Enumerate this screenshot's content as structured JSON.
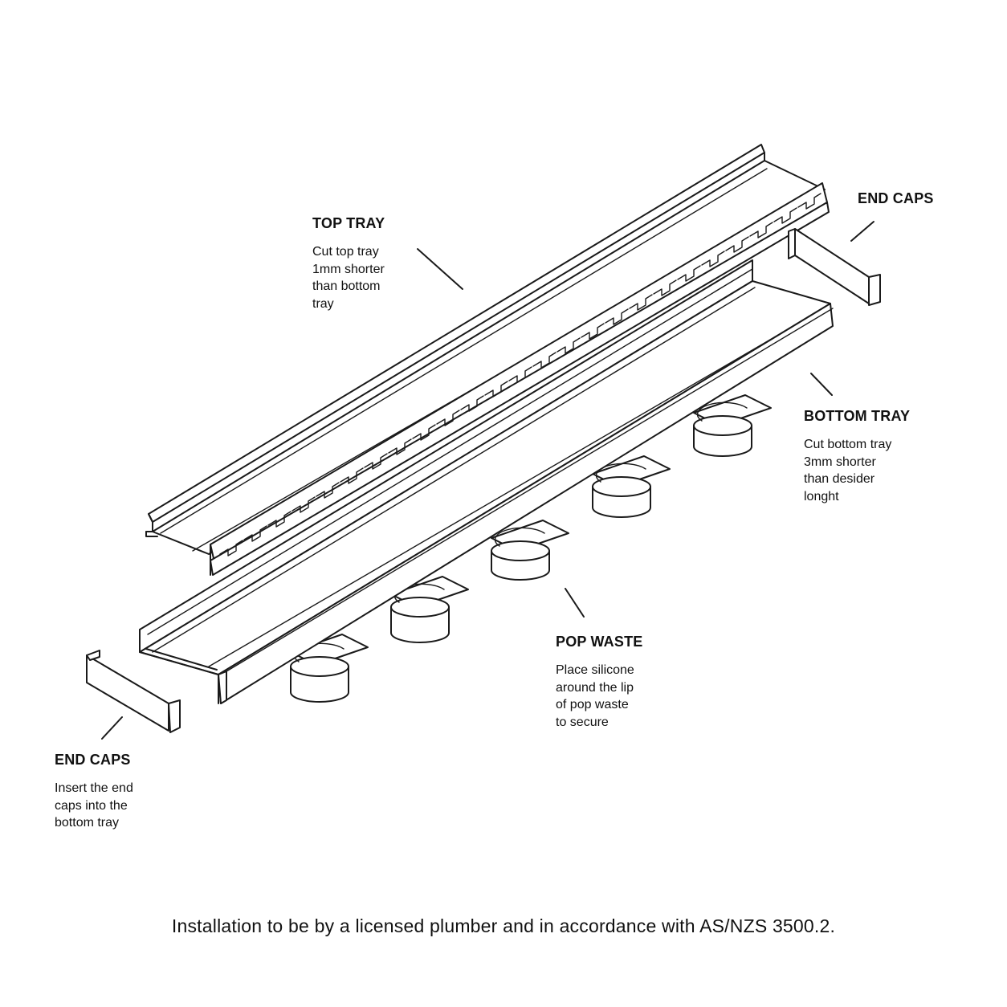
{
  "labels": {
    "top_tray": {
      "title": "TOP TRAY",
      "desc": "Cut top tray\n1mm shorter\nthan bottom\ntray"
    },
    "end_caps_right": {
      "title": "END CAPS"
    },
    "bottom_tray": {
      "title": "BOTTOM TRAY",
      "desc": "Cut bottom tray\n3mm shorter\nthan desider\nlonght"
    },
    "pop_waste": {
      "title": "POP WASTE",
      "desc": "Place silicone\naround the lip\nof pop waste\nto secure"
    },
    "end_caps_left": {
      "title": "END CAPS",
      "desc": "Insert the end\ncaps into the\nbottom tray"
    }
  },
  "footer": "Installation to be by a licensed plumber and in accordance with AS/NZS 3500.2."
}
